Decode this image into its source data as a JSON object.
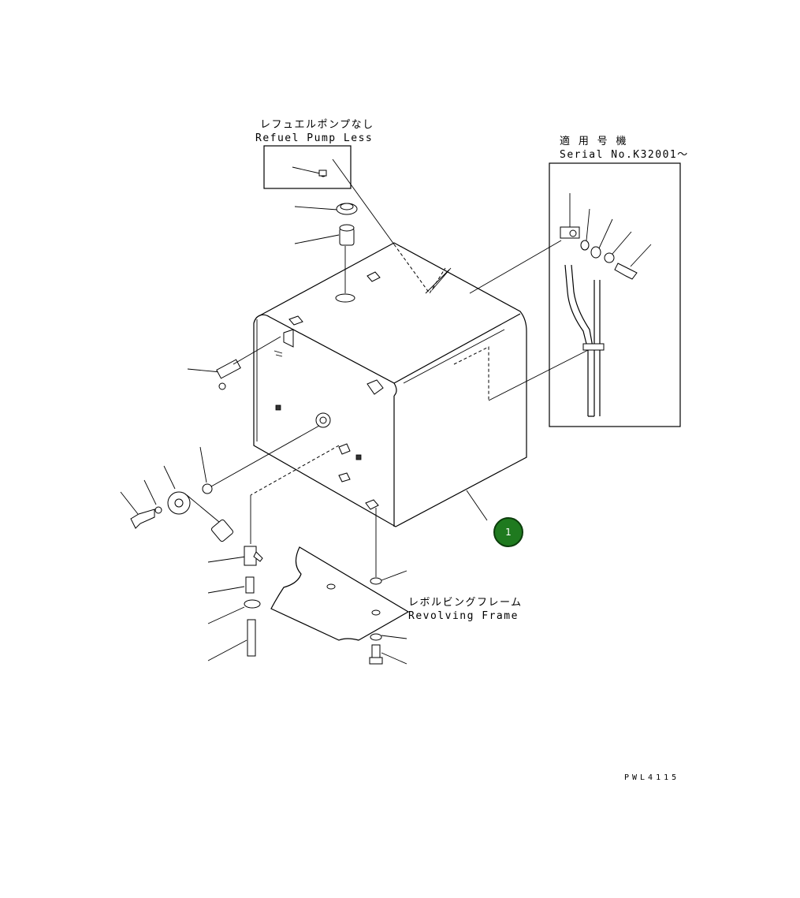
{
  "labels": {
    "refuel_jp": "レフュエルポンプなし",
    "refuel_en": "Refuel Pump Less",
    "serial_jp": "適 用 号 機",
    "serial_en": "Serial No.K32001～",
    "frame_jp": "レボルビングフレーム",
    "frame_en": "Revolving Frame",
    "drawing_code": "PWL4115"
  },
  "callouts": [
    {
      "number": "1",
      "color": "#1f7a1f"
    }
  ],
  "icons": [
    "fuel-tank-icon",
    "strainer-icon",
    "fuel-cap-icon",
    "drain-valve-icon",
    "bolt-icon",
    "washer-icon",
    "fuel-gauge-icon"
  ]
}
